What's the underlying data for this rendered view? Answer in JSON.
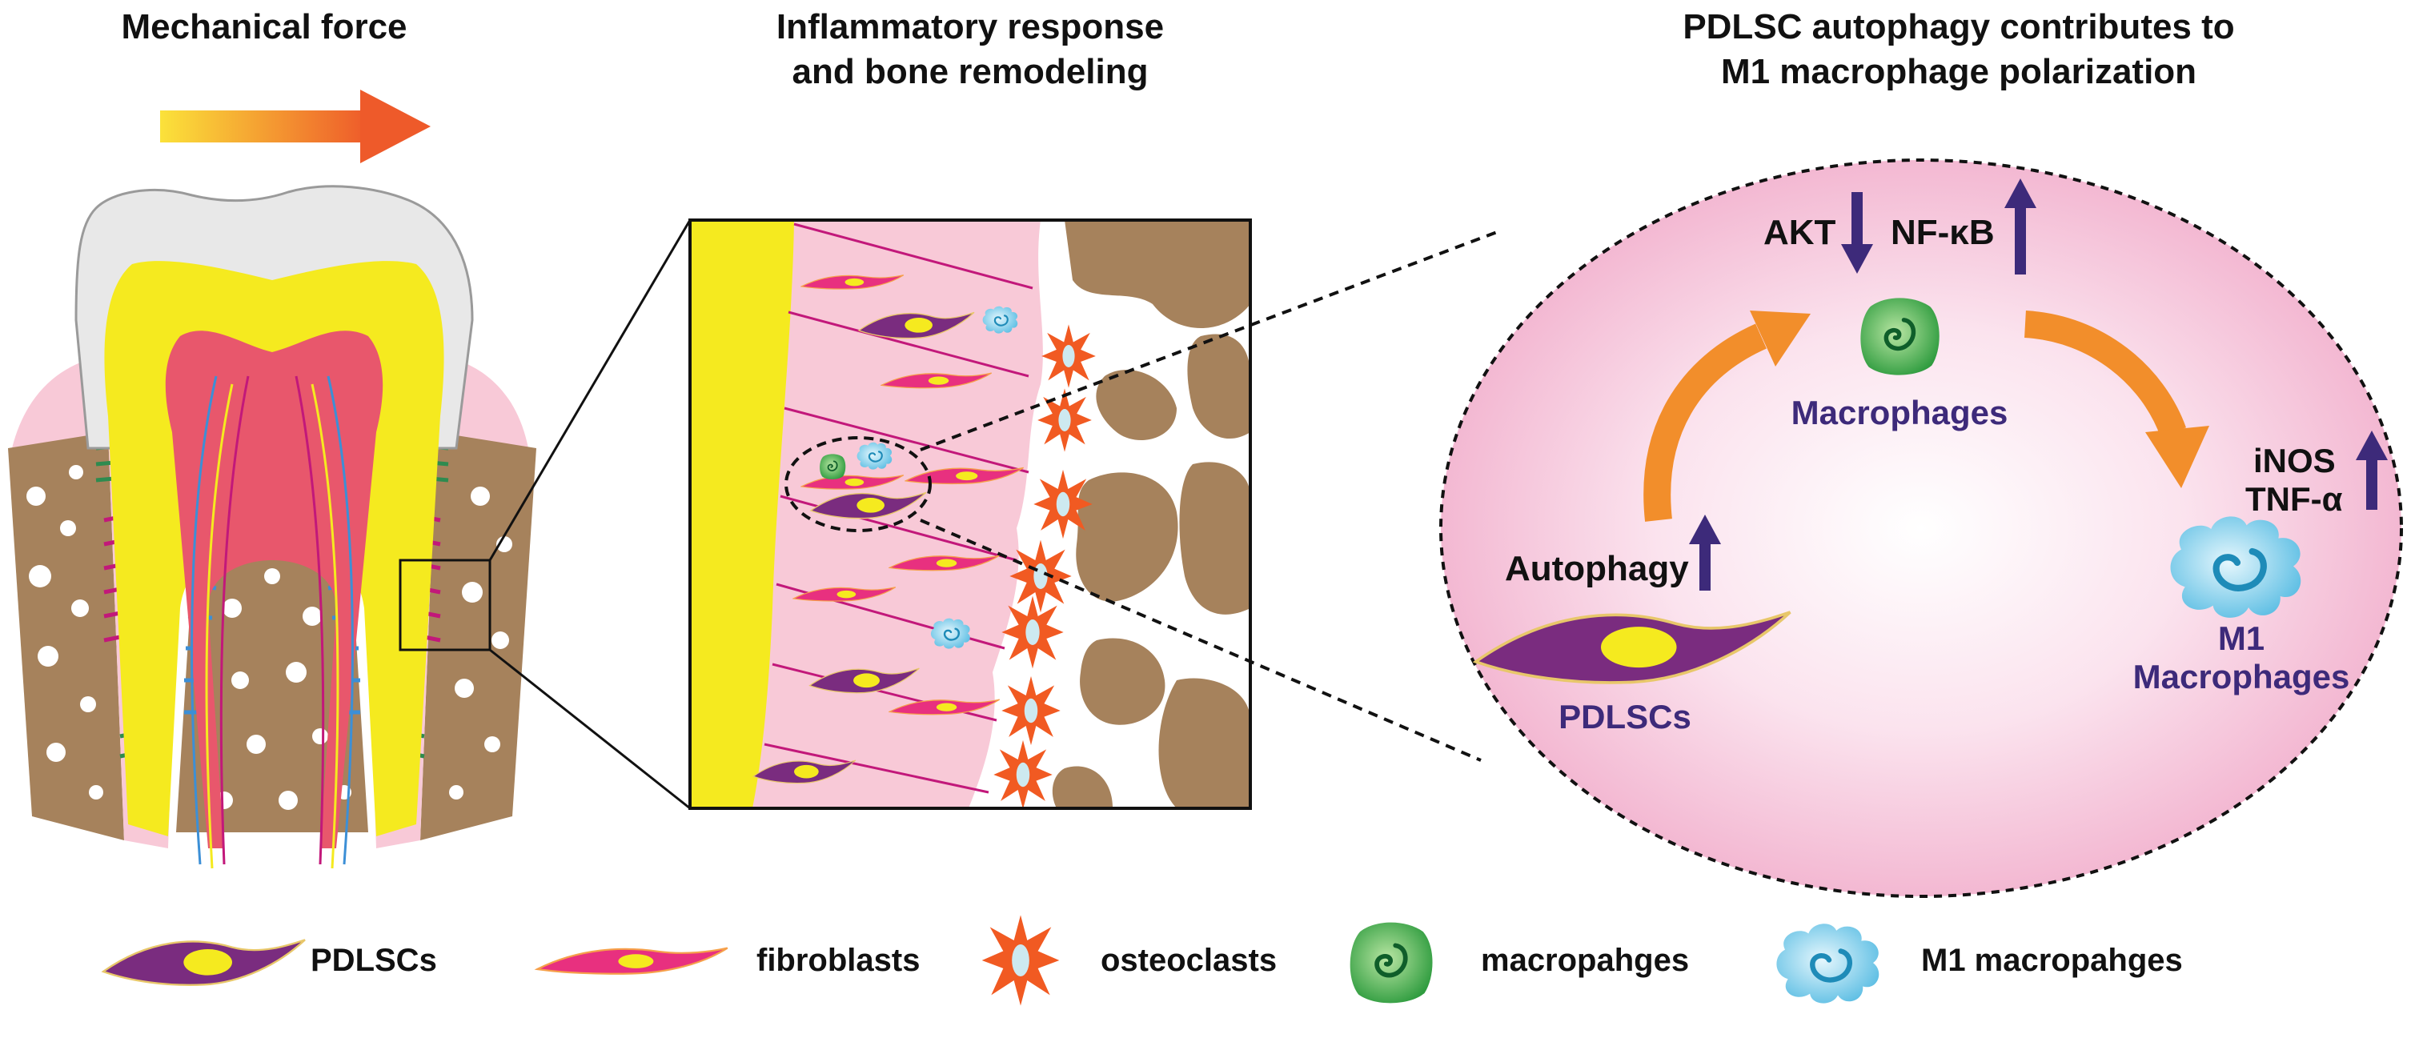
{
  "panels": {
    "left": {
      "title": "Mechanical force"
    },
    "middle": {
      "title_line1": "Inflammatory response",
      "title_line2": "and bone remodeling"
    },
    "right": {
      "title_line1": "PDLSC autophagy contributes to",
      "title_line2": "M1 macrophage polarization"
    }
  },
  "mechanism": {
    "akt": {
      "label": "AKT",
      "direction": "down"
    },
    "nfkb": {
      "label": "NF-κB",
      "direction": "up"
    },
    "macrophages": "Macrophages",
    "autophagy": {
      "label": "Autophagy",
      "direction": "up"
    },
    "pdlscs": "PDLSCs",
    "inos": "iNOS",
    "tnfa": "TNF-α",
    "m1_markers_direction": "up",
    "m1_line1": "M1",
    "m1_line2": "Macrophages"
  },
  "legend": {
    "items": [
      {
        "label": "PDLSCs",
        "icon": "pdlsc-cell-icon"
      },
      {
        "label": "fibroblasts",
        "icon": "fibroblast-cell-icon"
      },
      {
        "label": "osteoclasts",
        "icon": "osteoclast-cell-icon"
      },
      {
        "label": "macropahges",
        "icon": "macrophage-cell-icon"
      },
      {
        "label": "M1 macropahges",
        "icon": "m1-macrophage-cell-icon"
      }
    ]
  },
  "colors": {
    "enamel": "#e8e8e8",
    "dentin": "#f5ea1f",
    "pulp": "#e8576c",
    "gingiva": "#f8c9d7",
    "bone": "#a6825c",
    "pdl_fiber_green": "#2e8b4f",
    "pdl_fiber_magenta": "#c2187a",
    "pdl_fiber_blue": "#3c8fd6",
    "pdlsc_body": "#7a2c7f",
    "pdlsc_nucleus": "#f5ea1f",
    "fibroblast_body": "#e8307f",
    "osteoclast": "#f15a22",
    "macrophage": "#3fae49",
    "m1_macrophage": "#7fd0ec",
    "arrow_orange": "#f28e2b",
    "arrow_purple": "#3d2a7a",
    "text_purple": "#3d2a7a",
    "ellipse_fill": "#f6c4d9"
  }
}
